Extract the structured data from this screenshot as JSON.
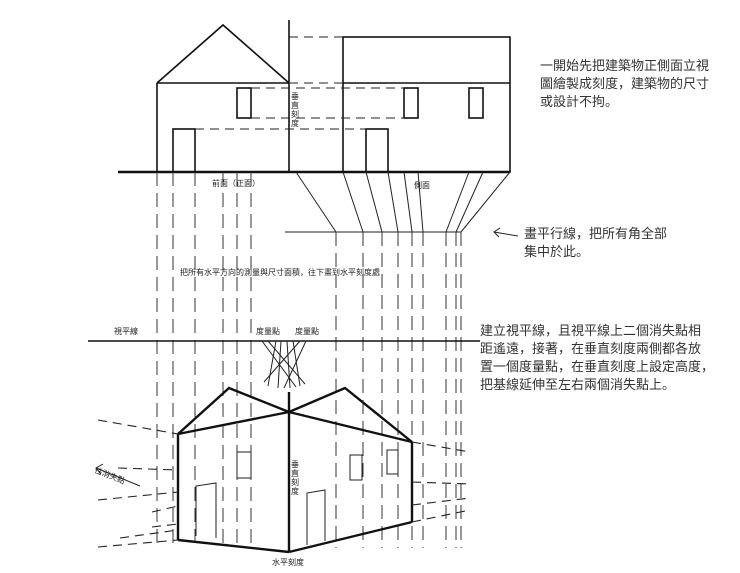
{
  "notes": {
    "note1": [
      "一開始先把建築物正側面立視",
      "圖繪製成刻度，建築物的尺寸",
      "或設計不拘。"
    ],
    "note2": [
      "畫平行線，把所有角全部",
      "集中於此。"
    ],
    "note3": [
      "建立視平線，且視平線上二個消失點相",
      "距遙遠，接著，在垂直刻度兩側都各放",
      "置一個度量點，在垂直刻度上設定高度，",
      "把基線延伸至左右兩個消失點上。"
    ]
  },
  "labels": {
    "front": "前面（正面）",
    "side": "側面",
    "vertical_scale_top": [
      "垂",
      "直",
      "刻",
      "度"
    ],
    "vertical_scale_bottom": [
      "垂",
      "直",
      "刻",
      "度"
    ],
    "transfer": "把所有水平方向的測量與尺寸面積，往下畫到水平刻度處",
    "horizon": "視平線",
    "measure_point_left": "度量點",
    "measure_point_right": "度量點",
    "vanishing": "往消失點",
    "horizontal_scale": "水平刻度"
  },
  "icons": {
    "arrow": "arrow-left-icon"
  }
}
